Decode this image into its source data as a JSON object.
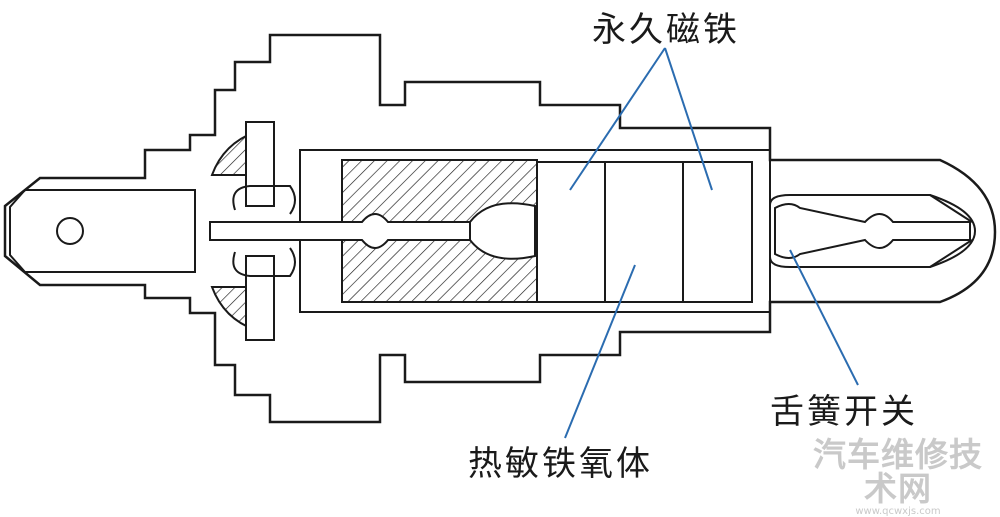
{
  "labels": {
    "permanent_magnet": "永久磁铁",
    "reed_switch": "舌簧开关",
    "thermal_ferrite": "热敏铁氧体"
  },
  "watermark": {
    "text": "汽车维修技术网",
    "url": "www.qcwxjs.com"
  },
  "colors": {
    "outline": "#1a1a1a",
    "leader_line": "#2b6cb0",
    "watermark": "#c9c9c9"
  }
}
